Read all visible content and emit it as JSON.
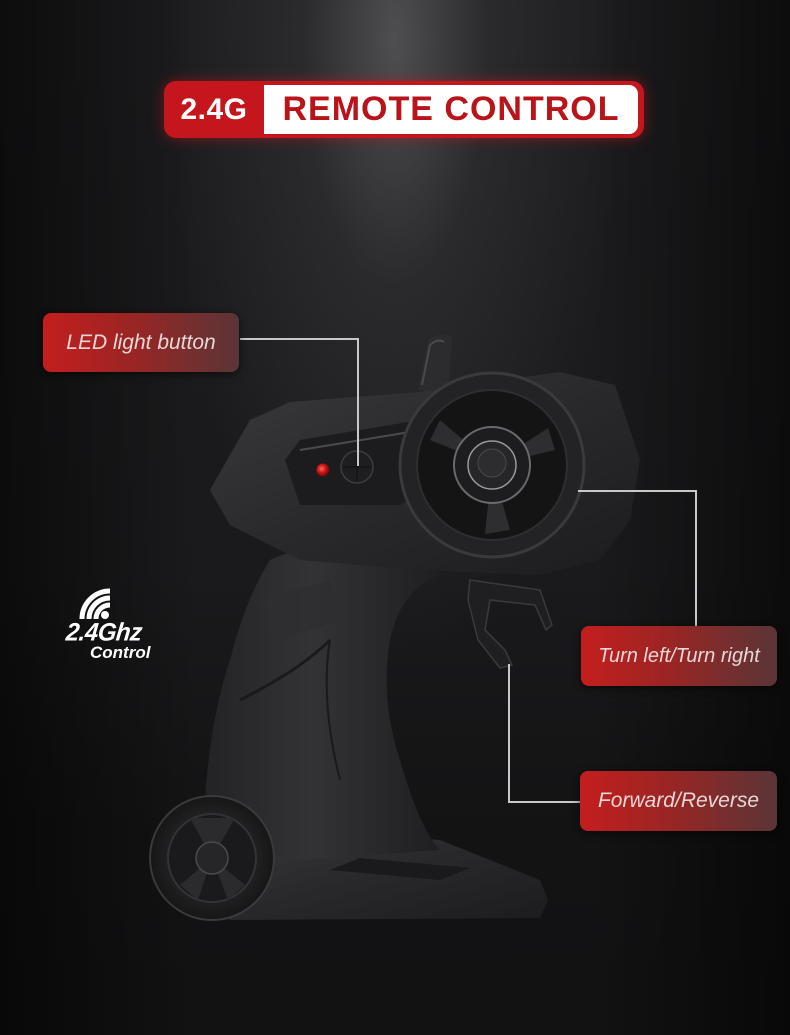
{
  "banner": {
    "badge": "2.4G",
    "title": "REMOTE CONTROL",
    "colors": {
      "red": "#c4161c",
      "white": "#ffffff",
      "title_text": "#b8141a"
    }
  },
  "callouts": [
    {
      "id": "led",
      "label": "LED light button"
    },
    {
      "id": "turn",
      "label": "Turn left/Turn right"
    },
    {
      "id": "forward",
      "label": "Forward/Reverse"
    }
  ],
  "logo": {
    "icon": "wifi-signal-icon",
    "main": "2.4Ghz",
    "sub": "Control"
  },
  "product": {
    "name": "pistol-grip-remote-controller",
    "led_color": "#d01818",
    "body_color": "#2a2a2c"
  },
  "colors": {
    "background": "#131314",
    "callout_gradient_start": "#c41e1e",
    "callout_gradient_end": "#5a3537",
    "connector_line": "#c8c8c8"
  }
}
